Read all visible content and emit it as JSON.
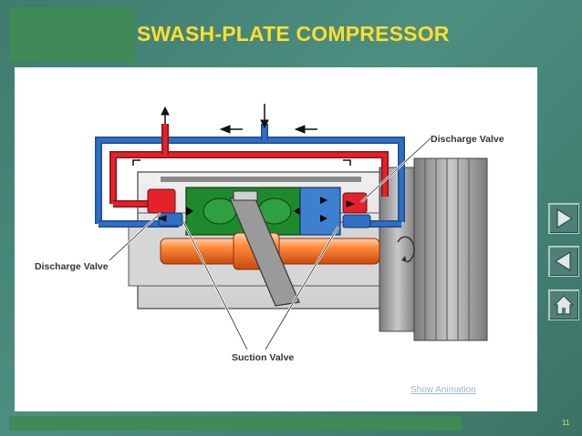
{
  "slide": {
    "title": "SWASH-PLATE COMPRESSOR",
    "page_number": "11"
  },
  "diagram": {
    "label_discharge_valve_right": "Discharge Valve",
    "label_discharge_valve_left": "Discharge Valve",
    "label_suction_valve": "Suction Valve"
  },
  "links": {
    "show_animation": "Show Animation"
  },
  "nav": {
    "next_icon": "play-right-icon",
    "prev_icon": "play-left-icon",
    "home_icon": "home-icon"
  },
  "colors": {
    "title": "#ffde2e",
    "discharge_line": "#e3222a",
    "suction_line": "#2f6fc4",
    "cylinder_left": "#1f8a2c",
    "cylinder_right": "#3f7fd0",
    "shaft": "#ff7a2a"
  }
}
